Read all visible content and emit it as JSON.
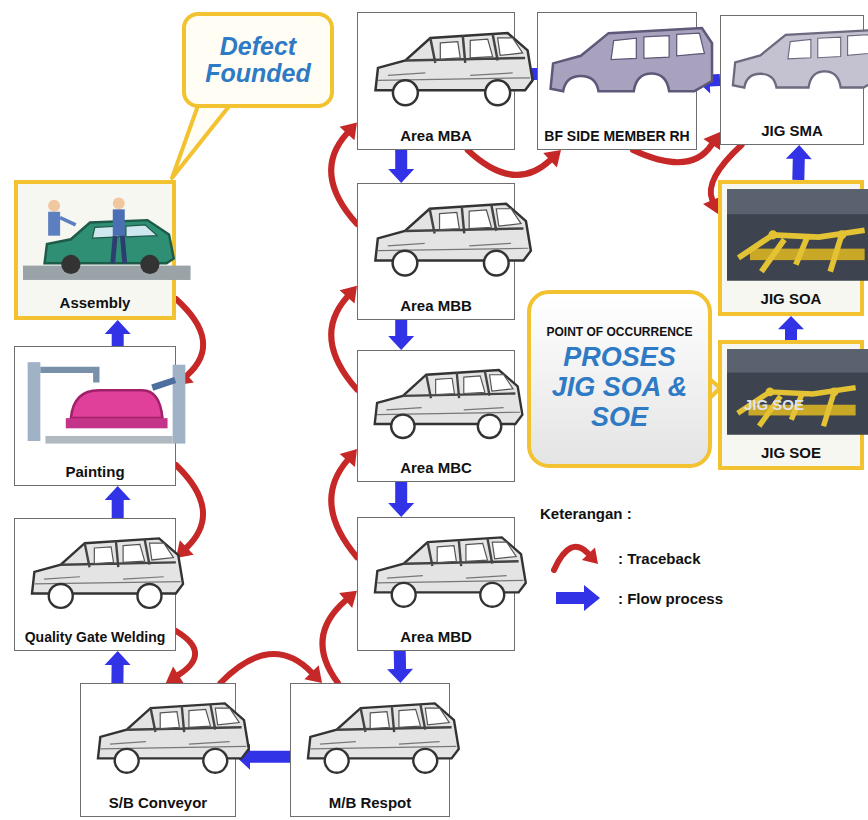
{
  "diagram": {
    "nodes": [
      {
        "text": [
          "Defect Founded"
        ]
      },
      {
        "text": [
          "Area MBA"
        ]
      },
      {
        "text": [
          "BF SIDE MEMBER RH"
        ]
      },
      {
        "text": [
          "JIG SMA"
        ]
      },
      {
        "text": [
          "Assembly"
        ]
      },
      {
        "text": [
          "Area MBB"
        ]
      },
      {
        "text": [
          "JIG SOA"
        ]
      },
      {
        "text": [
          "POINT OF OCCURRENCE",
          "PROSES JIG SOA & SOE"
        ]
      },
      {
        "text": [
          "Painting"
        ]
      },
      {
        "text": [
          "Area MBC"
        ]
      },
      {
        "text": [
          "JIG SOE"
        ]
      },
      {
        "text": [
          "Area MBD"
        ]
      },
      {
        "text": [
          "Quality Gate Welding"
        ]
      },
      {
        "text": [
          "S/B Conveyor"
        ]
      },
      {
        "text": [
          "M/B Respot"
        ]
      }
    ],
    "edges": [
      {
        "from": 10,
        "to": 6,
        "arrow": "to"
      },
      {
        "from": 6,
        "to": 3,
        "arrow": "to"
      },
      {
        "from": 3,
        "to": 2,
        "arrow": "to"
      },
      {
        "from": 2,
        "to": 1,
        "arrow": "to"
      },
      {
        "from": 1,
        "to": 5,
        "arrow": "to"
      },
      {
        "from": 5,
        "to": 9,
        "arrow": "to"
      },
      {
        "from": 9,
        "to": 11,
        "arrow": "to"
      },
      {
        "from": 11,
        "to": 14,
        "arrow": "to"
      },
      {
        "from": 14,
        "to": 13,
        "arrow": "to"
      },
      {
        "from": 13,
        "to": 12,
        "arrow": "to"
      },
      {
        "from": 12,
        "to": 8,
        "arrow": "to"
      },
      {
        "from": 8,
        "to": 4,
        "arrow": "to"
      },
      {
        "from": 4,
        "to": 8,
        "arrow": "to"
      },
      {
        "from": 8,
        "to": 12,
        "arrow": "to"
      },
      {
        "from": 12,
        "to": 13,
        "arrow": "to"
      },
      {
        "from": 13,
        "to": 14,
        "arrow": "to"
      },
      {
        "from": 14,
        "to": 11,
        "arrow": "to"
      },
      {
        "from": 11,
        "to": 9,
        "arrow": "to"
      },
      {
        "from": 9,
        "to": 5,
        "arrow": "to"
      },
      {
        "from": 5,
        "to": 1,
        "arrow": "to"
      },
      {
        "from": 1,
        "to": 2,
        "arrow": "to"
      },
      {
        "from": 2,
        "to": 3,
        "arrow": "to"
      },
      {
        "from": 3,
        "to": 6,
        "arrow": "to"
      }
    ],
    "labels": [
      "JIG SOE",
      "Keterangan :"
    ],
    "legend": [
      {
        "text": ": Traceback"
      },
      {
        "text": ": Flow process"
      }
    ]
  }
}
